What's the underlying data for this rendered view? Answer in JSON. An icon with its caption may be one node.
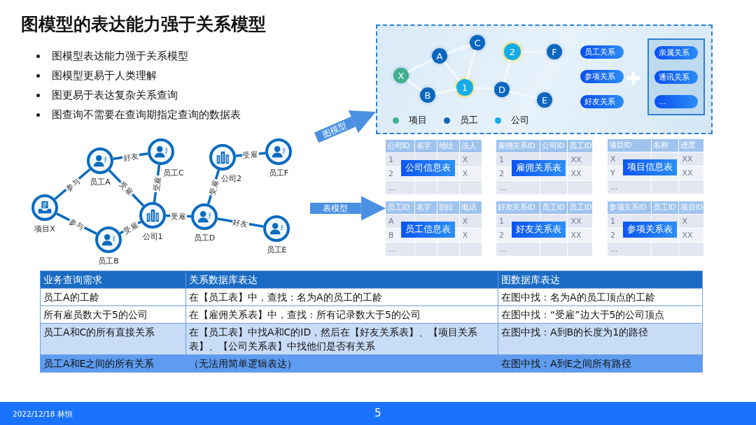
{
  "diagram": {
    "title": "图模型的表达能力强于关系模型",
    "nodes": [
      {
        "text": [
          "员工A"
        ]
      },
      {
        "text": [
          "员工C"
        ]
      },
      {
        "text": [
          "项目X"
        ]
      },
      {
        "text": [
          "公司1"
        ]
      },
      {
        "text": [
          "员工B"
        ]
      },
      {
        "text": [
          "公司2"
        ]
      },
      {
        "text": [
          "员工F"
        ]
      },
      {
        "text": [
          "员工D"
        ]
      },
      {
        "text": [
          "员工E"
        ]
      },
      {
        "text": [],
        "shape": "box"
      },
      {
        "text": [
          "A"
        ],
        "in": 9
      },
      {
        "text": [
          "C"
        ],
        "in": 9
      },
      {
        "text": [
          "X"
        ],
        "in": 9
      },
      {
        "text": [
          "B"
        ],
        "in": 9
      },
      {
        "text": [
          "1"
        ],
        "in": 9
      },
      {
        "text": [
          "2"
        ],
        "in": 9
      },
      {
        "text": [
          "D"
        ],
        "in": 9
      },
      {
        "text": [
          "F"
        ],
        "in": 9
      },
      {
        "text": [
          "E"
        ],
        "in": 9
      },
      {
        "text": [
          "员工关系"
        ],
        "in": 9
      },
      {
        "text": [
          "参项关系"
        ],
        "in": 9
      },
      {
        "text": [
          "好友关系"
        ],
        "in": 9
      },
      {
        "text": [],
        "shape": "box",
        "in": 9
      },
      {
        "text": [
          "亲属关系"
        ],
        "in": 22
      },
      {
        "text": [
          "通讯关系"
        ],
        "in": 22
      },
      {
        "text": [
          "..."
        ],
        "in": 22
      },
      {
        "text": [
          "公司ID",
          "名字",
          "地址",
          "法人",
          "1",
          "X",
          "公司信息表",
          "2",
          "X",
          "..."
        ]
      },
      {
        "text": [
          "雇佣关系ID",
          "公司ID",
          "员工ID",
          "1",
          "XX",
          "雇佣关系表",
          "2",
          "XX",
          "..."
        ]
      },
      {
        "text": [
          "项目ID",
          "名称",
          "进度",
          "X",
          "XX",
          "项目信息表",
          "Y",
          "XX",
          "..."
        ]
      },
      {
        "text": [
          "员工ID",
          "名字",
          "职位",
          "电话",
          "A",
          "X",
          "员工信息表",
          "B",
          "X",
          "..."
        ]
      },
      {
        "text": [
          "好友关系ID",
          "员工ID",
          "员工ID",
          "1",
          "XX",
          "好友关系表",
          "2",
          "XX",
          "..."
        ]
      },
      {
        "text": [
          "参项关系ID",
          "员工ID",
          "项目ID",
          "1",
          "X",
          "参项关系表",
          "2",
          "XX",
          "..."
        ]
      }
    ],
    "edges": [
      {
        "from": 2,
        "to": 0,
        "arrow": "none",
        "label": "参与"
      },
      {
        "from": 2,
        "to": 4,
        "arrow": "none",
        "label": "参与"
      },
      {
        "from": 0,
        "to": 1,
        "arrow": "none",
        "label": "好友"
      },
      {
        "from": 0,
        "to": 3,
        "arrow": "none",
        "label": "受雇"
      },
      {
        "from": 1,
        "to": 3,
        "arrow": "none",
        "label": "受雇"
      },
      {
        "from": 4,
        "to": 3,
        "arrow": "none",
        "label": "受雇"
      },
      {
        "from": 3,
        "to": 7,
        "arrow": "none",
        "label": "受雇"
      },
      {
        "from": 7,
        "to": 5,
        "arrow": "none",
        "label": "受雇"
      },
      {
        "from": 5,
        "to": 6,
        "arrow": "none",
        "label": "受雇"
      },
      {
        "from": 7,
        "to": 8,
        "arrow": "none",
        "label": "好友"
      },
      {
        "from": 12,
        "to": 10,
        "arrow": "none",
        "color": "#f2f7fc"
      },
      {
        "from": 12,
        "to": 13,
        "arrow": "none",
        "color": "#f2f7fc"
      },
      {
        "from": 10,
        "to": 11,
        "arrow": "none",
        "color": "#f2f7fc"
      },
      {
        "from": 10,
        "to": 14,
        "arrow": "none",
        "color": "#f2f7fc"
      },
      {
        "from": 11,
        "to": 14,
        "arrow": "none",
        "color": "#f2f7fc"
      },
      {
        "from": 13,
        "to": 14,
        "arrow": "none",
        "color": "#f2f7fc"
      },
      {
        "from": 14,
        "to": 16,
        "arrow": "none",
        "color": "#f2f7fc"
      },
      {
        "from": 16,
        "to": 15,
        "arrow": "none",
        "color": "#f2f7fc"
      },
      {
        "from": 15,
        "to": 17,
        "arrow": "none",
        "color": "#f2f7fc"
      },
      {
        "from": 16,
        "to": 18,
        "arrow": "none",
        "color": "#f2f7fc"
      },
      {
        "from": null,
        "to": 9,
        "arrow": "to",
        "label": "图模型",
        "style": "thick",
        "color": "#4a90e2"
      },
      {
        "from": null,
        "to": 29,
        "arrow": "to",
        "label": "表模型",
        "style": "thick",
        "color": "#4a90e2"
      }
    ],
    "labels": [
      "图模型表达能力强于关系模型",
      "图模型更易于人类理解",
      "图更易于表达复杂关系查询",
      "图查询不需要在查询期指定查询的数据表",
      "业务查询需求",
      "关系数据库表达",
      "图数据库表达",
      "员工A的工龄",
      "在【员工表】中，查找：名为A的员工的工龄",
      "在图中找：名为A的员工顶点的工龄",
      "所有雇员数大于5的公司",
      "在【雇佣关系表】中，查找：所有记录数大于5的公司",
      "在图中找：“受雇”边大于5的公司顶点",
      "员工A和C的所有直接关系",
      "在【员工表】中找A和C的ID，然后在【好友关系表】、【项目关系表】、【公司关系表】中找他们是否有关系",
      "在图中找：A到B的长度为1的路径",
      "员工A和E之间的所有关系",
      "（无法用简单逻辑表达）",
      "在图中找：A到E之间所有路径",
      "2022/12/18 林恒",
      "5"
    ],
    "legend": [
      {
        "text": "项目",
        "color": "#3fb08e"
      },
      {
        "text": "员工",
        "color": "#0b66bd"
      },
      {
        "text": "公司",
        "color": "#16acea"
      }
    ]
  }
}
